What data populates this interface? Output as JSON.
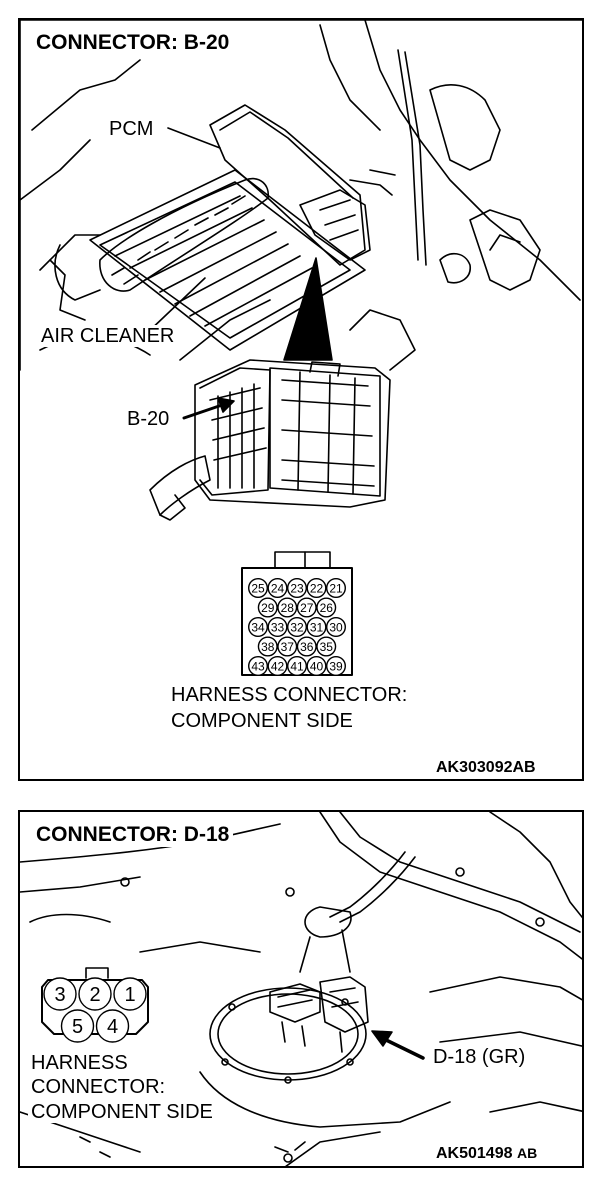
{
  "connector_b20": {
    "title": "CONNECTOR: B-20",
    "labels": {
      "pcm": "PCM",
      "air_cleaner": "AIR CLEANER",
      "connector": "B-20",
      "harness_line1": "HARNESS CONNECTOR:",
      "harness_line2": "COMPONENT SIDE"
    },
    "pin_rows": [
      [
        "25",
        "24",
        "23",
        "22",
        "21"
      ],
      [
        "29",
        "28",
        "27",
        "26"
      ],
      [
        "34",
        "33",
        "32",
        "31",
        "30"
      ],
      [
        "38",
        "37",
        "36",
        "35"
      ],
      [
        "43",
        "42",
        "41",
        "40",
        "39"
      ]
    ],
    "figure_code": "AK303092AB"
  },
  "connector_d18": {
    "title": "CONNECTOR: D-18",
    "labels": {
      "connector": "D-18 (GR)",
      "harness_line1": "HARNESS",
      "harness_line2": "CONNECTOR:",
      "harness_line3": "COMPONENT SIDE"
    },
    "pin_rows": [
      [
        "3",
        "2",
        "1"
      ],
      [
        "5",
        "4"
      ]
    ],
    "figure_code": "AK501498",
    "figure_code_suffix": "AB"
  }
}
